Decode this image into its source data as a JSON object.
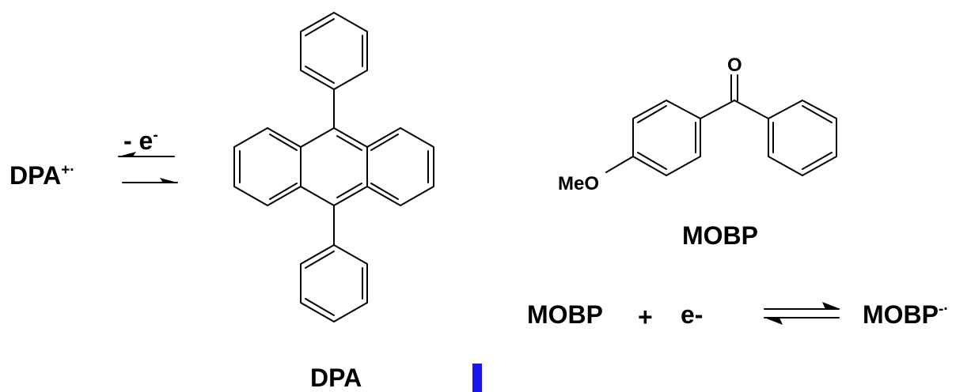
{
  "left_species": {
    "base": "DPA",
    "superscript": "+·"
  },
  "oxidation": {
    "base": "- e",
    "superscript": "-"
  },
  "dpa_name": "DPA",
  "mobp_name": "MOBP",
  "carbonyl_atom": "O",
  "methoxy_group": "MeO",
  "reduction": {
    "reactant": "MOBP",
    "plus": "+",
    "electron": "e-",
    "product": {
      "base": "MOBP",
      "superscript": "-·"
    }
  },
  "colors": {
    "ink": "#000000",
    "cursor_marker": "#1a16ee"
  }
}
